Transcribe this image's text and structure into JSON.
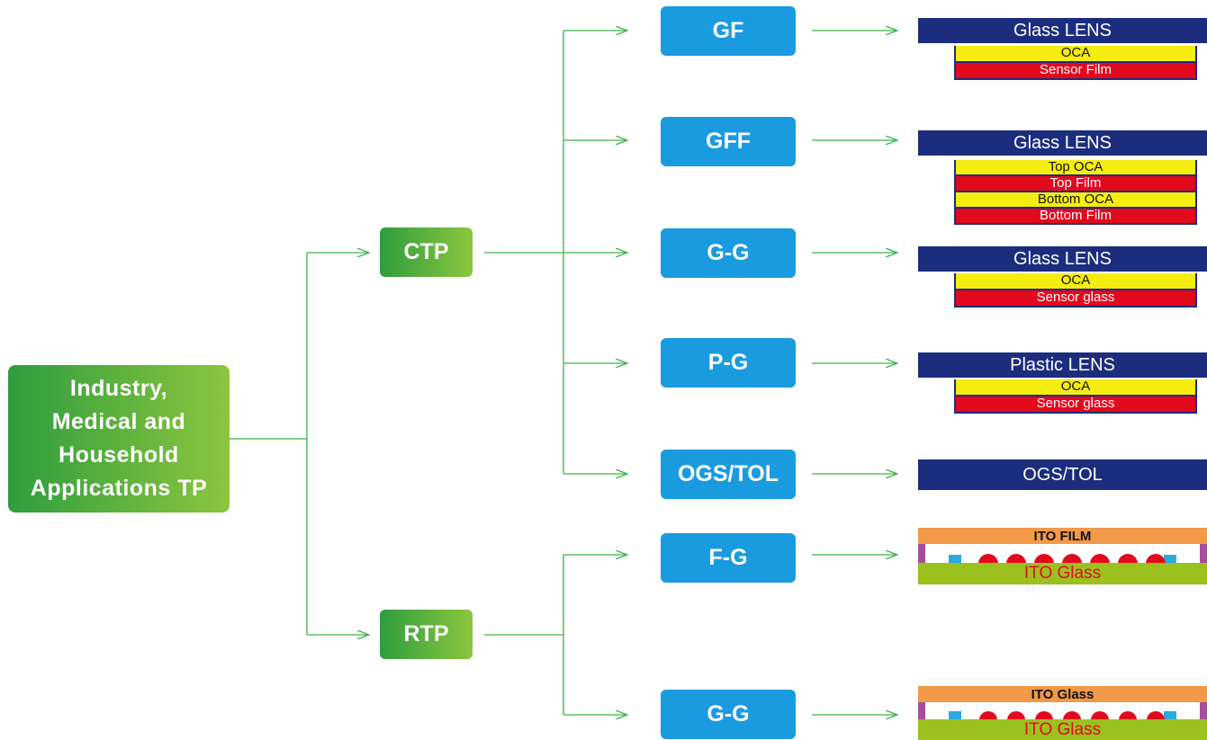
{
  "root": {
    "lines": [
      "Industry,",
      "Medical and",
      "Household",
      "Applications TP"
    ]
  },
  "categories": [
    {
      "label": "CTP"
    },
    {
      "label": "RTP"
    }
  ],
  "types": [
    {
      "label": "GF"
    },
    {
      "label": "GFF"
    },
    {
      "label": "G-G"
    },
    {
      "label": "P-G"
    },
    {
      "label": "OGS/TOL"
    },
    {
      "label": "F-G"
    },
    {
      "label": "G-G"
    }
  ],
  "stacks": [
    {
      "lens": "Glass LENS",
      "layers": [
        "OCA",
        "Sensor Film"
      ]
    },
    {
      "lens": "Glass LENS",
      "layers": [
        "Top OCA",
        "Top Film",
        "Bottom OCA",
        "Bottom Film"
      ]
    },
    {
      "lens": "Glass LENS",
      "layers": [
        "OCA",
        "Sensor glass"
      ]
    },
    {
      "lens": "Plastic LENS",
      "layers": [
        "OCA",
        "Sensor glass"
      ]
    },
    {
      "lens": "OGS/TOL",
      "layers": []
    }
  ],
  "rtp_stacks": [
    {
      "top": "ITO FILM",
      "bottom": "ITO Glass"
    },
    {
      "top": "ITO Glass",
      "bottom": "ITO Glass"
    }
  ],
  "colors": {
    "connector": "#3cb44a",
    "type_box": "#1a9be0",
    "lens": "#1c2d7e",
    "oca_yellow": "#f5ec10",
    "film_red": "#e3091d",
    "rtp_orange": "#f2994a",
    "rtp_green": "#9bc11f",
    "spacer_purple": "#a64d9c",
    "dot_blue": "#29abe2"
  }
}
